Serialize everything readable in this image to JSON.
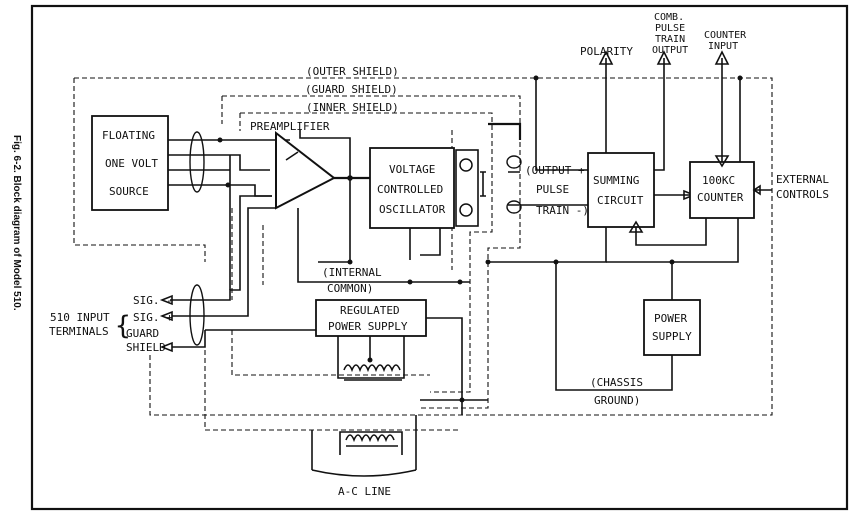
{
  "caption": "Fig. 6-2. Block diagram of Model 510.",
  "shields": {
    "outer": "(OUTER SHIELD)",
    "guard": "(GUARD SHIELD)",
    "inner": "(INNER SHIELD)"
  },
  "blocks": {
    "source": [
      "FLOATING",
      "ONE VOLT",
      "SOURCE"
    ],
    "preamp": "PREAMPLIFIER",
    "vco": [
      "VOLTAGE",
      "CONTROLLED",
      "OSCILLATOR"
    ],
    "regulated": [
      "REGULATED",
      "POWER SUPPLY"
    ],
    "summing": [
      "SUMMING",
      "CIRCUIT"
    ],
    "counter": [
      "100KC",
      "COUNTER"
    ],
    "power": [
      "POWER",
      "SUPPLY"
    ]
  },
  "labels": {
    "internal_common": [
      "(INTERNAL",
      "COMMON)"
    ],
    "output_plus": "(OUTPUT +",
    "pulse": "PULSE",
    "train_minus": "TRAIN -)",
    "polarity": "POLARITY",
    "comb_output": [
      "COMB.",
      "PULSE",
      "TRAIN",
      "OUTPUT"
    ],
    "counter_input": [
      "COUNTER",
      "INPUT"
    ],
    "external_controls": [
      "EXTERNAL",
      "CONTROLS"
    ],
    "chassis_ground": [
      "(CHASSIS",
      "GROUND)"
    ],
    "ac_line": "A-C LINE",
    "input_terminals": [
      "510 INPUT",
      "TERMINALS"
    ],
    "sig_minus": "SIG. -",
    "sig_plus": "SIG. +",
    "guard": "GUARD",
    "shield": "SHIELD",
    "brace": "{"
  }
}
